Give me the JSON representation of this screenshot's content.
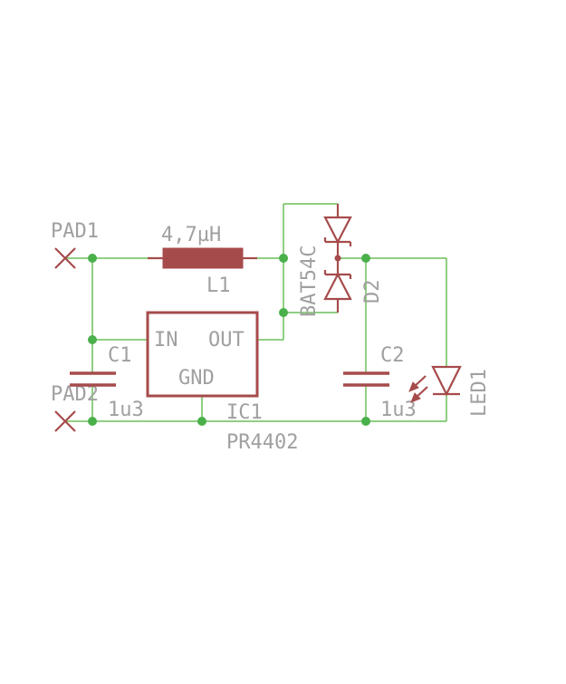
{
  "colors": {
    "wire": "#6bbf59",
    "junction": "#4ab04a",
    "component": "#a64b4b",
    "label": "#a0a0a0"
  },
  "labels": {
    "pad1": "PAD1",
    "pad2": "PAD2",
    "l1_value": "4,7µH",
    "l1_name": "L1",
    "d2_value": "BAT54C",
    "d2_name": "D2",
    "c1_name": "C1",
    "c1_value": "1u3",
    "c2_name": "C2",
    "c2_value": "1u3",
    "ic1_in": "IN",
    "ic1_out": "OUT",
    "ic1_gnd": "GND",
    "ic1_name": "IC1",
    "ic1_value": "PR4402",
    "led1_name": "LED1"
  }
}
